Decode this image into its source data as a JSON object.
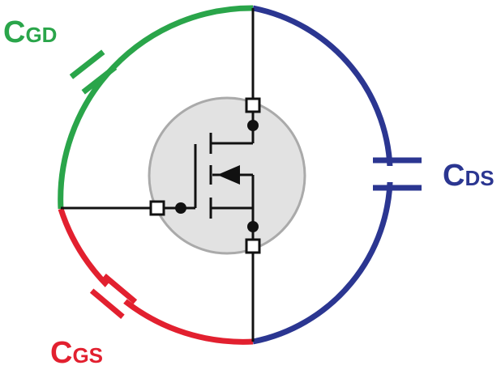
{
  "labels": {
    "cgd": {
      "main": "C",
      "sub": "GD"
    },
    "cds": {
      "main": "C",
      "sub": "DS"
    },
    "cgs": {
      "main": "C",
      "sub": "GS"
    }
  },
  "colors": {
    "gate_drain": "#2aa54a",
    "drain_source": "#2b3691",
    "gate_source": "#e2202f",
    "wire": "#111111",
    "body_fill": "#e2e2e2",
    "body_stroke": "#aaaaaa"
  }
}
